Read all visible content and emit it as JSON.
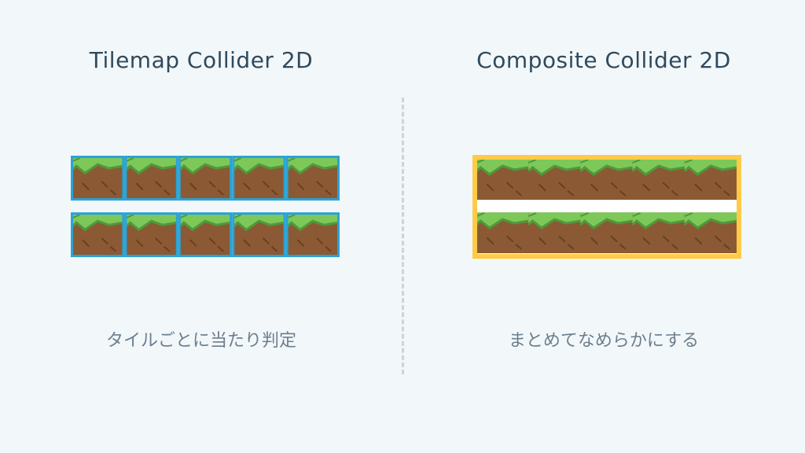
{
  "left": {
    "title": "Tilemap Collider 2D",
    "caption": "タイルごとに当たり判定",
    "collider_color": "#2aa3d6"
  },
  "right": {
    "title": "Composite Collider 2D",
    "caption": "まとめてなめらかにする",
    "collider_color": "#ffcb47"
  },
  "tile": {
    "grass_color": "#7ec85a",
    "grass_dark": "#4e9a3a",
    "dirt_color": "#8b5a34",
    "dirt_line": "#6a3f20"
  },
  "grid": {
    "rows": 2,
    "cols": 5
  }
}
